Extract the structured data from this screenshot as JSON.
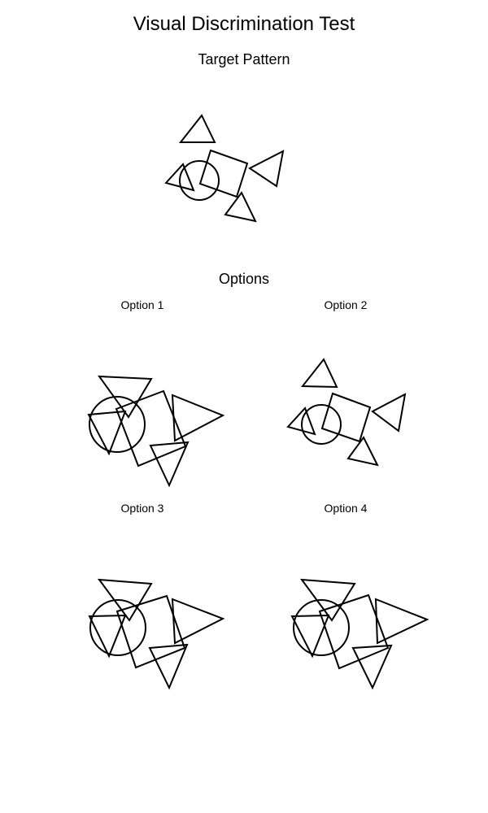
{
  "title": "Visual Discrimination Test",
  "target_label": "Target Pattern",
  "options_heading": "Options",
  "options": [
    {
      "label": "Option 1"
    },
    {
      "label": "Option 2"
    },
    {
      "label": "Option 3"
    },
    {
      "label": "Option 4"
    }
  ],
  "colors": {
    "background": "#ffffff",
    "stroke": "#000000"
  }
}
